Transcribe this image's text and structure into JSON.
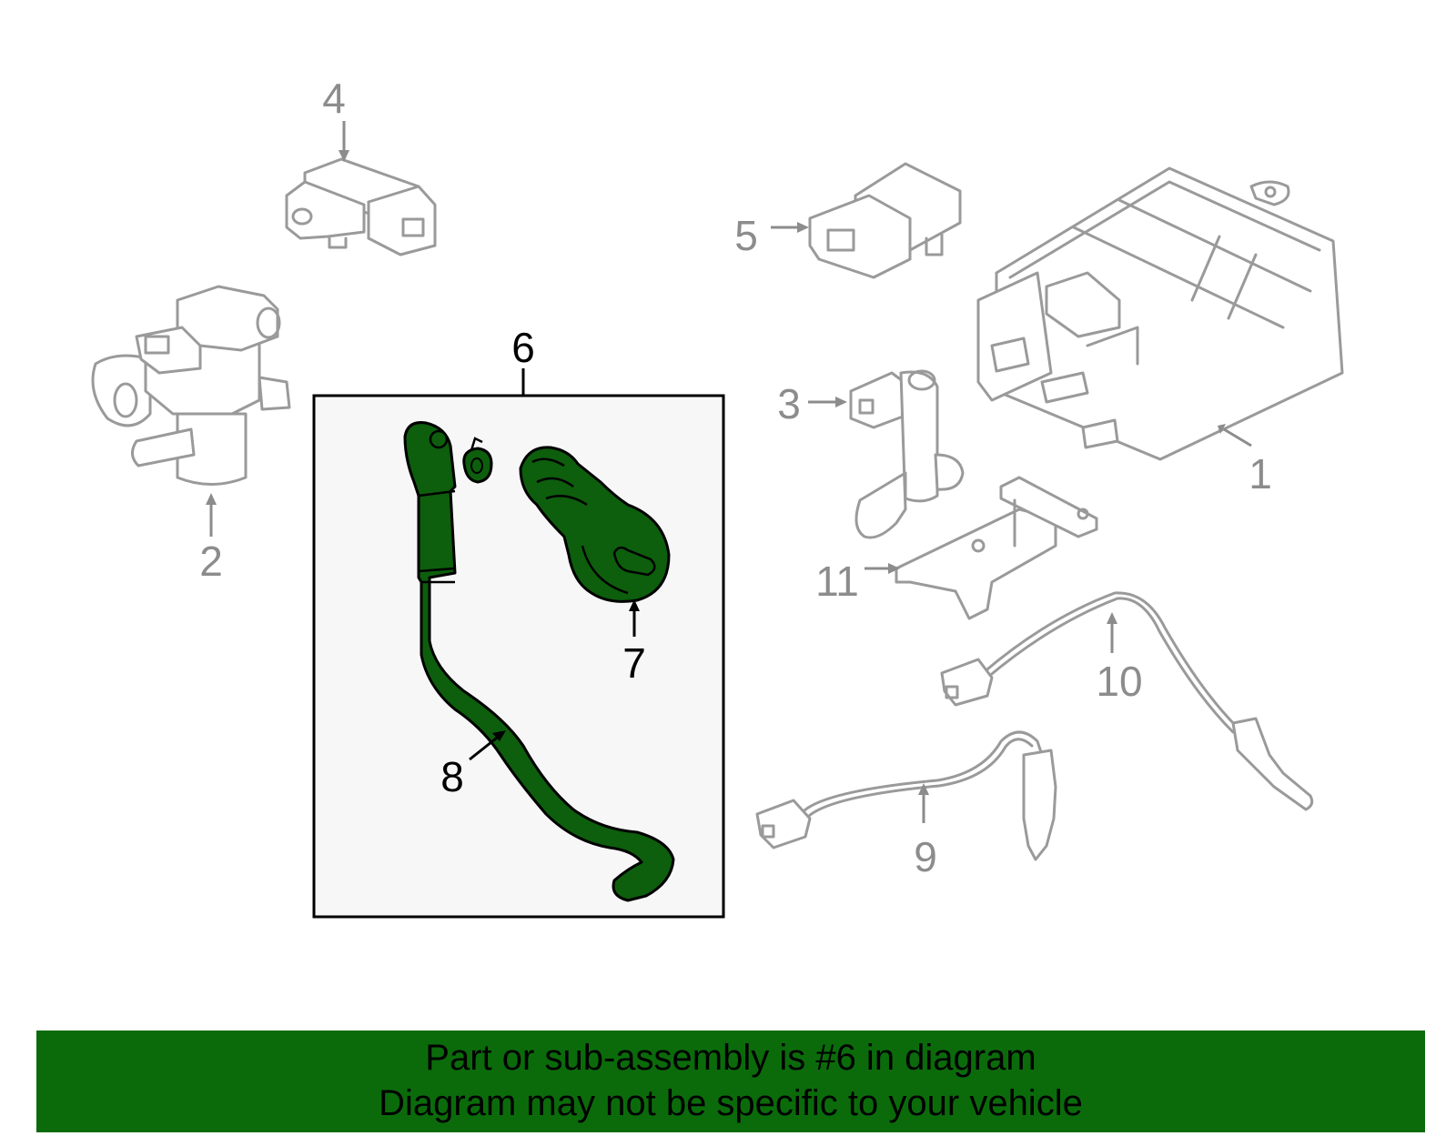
{
  "diagram": {
    "highlighted_part": "6",
    "callouts": [
      "1",
      "2",
      "3",
      "4",
      "5",
      "6",
      "7",
      "8",
      "9",
      "10",
      "11"
    ]
  },
  "colors": {
    "highlight_green": "#0d5e0d",
    "footer_green": "#0b6b0b",
    "inactive_gray": "#9a9a9a",
    "inset_background": "#f7f7f7"
  },
  "footer": {
    "line1": "Part or sub-assembly is #6 in diagram",
    "line2": "Diagram may not be specific to your vehicle"
  }
}
